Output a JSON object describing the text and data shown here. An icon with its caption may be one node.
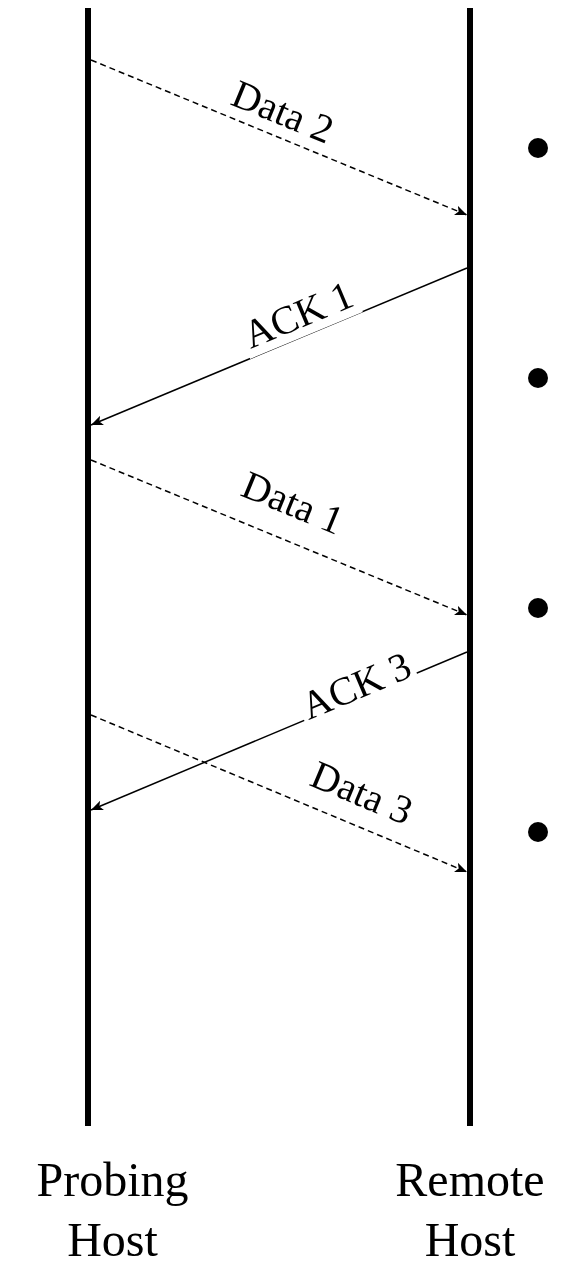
{
  "diagram": {
    "nodes": [
      {
        "text": [
          "Probing Host"
        ]
      },
      {
        "text": [
          "Remote Host"
        ]
      }
    ],
    "edges": [
      {
        "from": 0,
        "to": 1,
        "arrow": "to",
        "style": "dashed",
        "label": "Data 2"
      },
      {
        "from": 1,
        "to": 0,
        "arrow": "to",
        "label": "ACK 1"
      },
      {
        "from": 0,
        "to": 1,
        "arrow": "to",
        "style": "dashed",
        "label": "Data 1"
      },
      {
        "from": 1,
        "to": 0,
        "arrow": "to",
        "label": "ACK 3"
      },
      {
        "from": 0,
        "to": 1,
        "arrow": "to",
        "style": "dashed",
        "label": "Data 3"
      }
    ]
  }
}
